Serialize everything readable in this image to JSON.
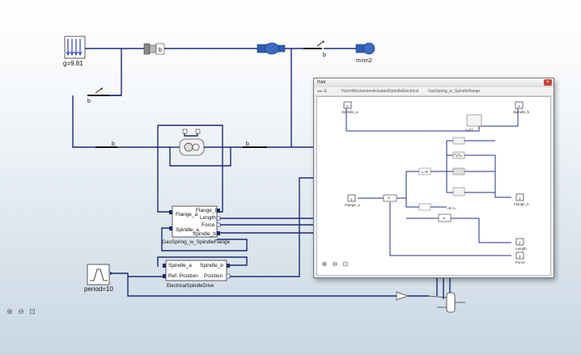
{
  "main_diagram": {
    "gravity_label": "g=9.81",
    "mass_label": "m=m2",
    "switch_labels": [
      "b",
      "b",
      "b",
      "b",
      "b"
    ],
    "spring_block": {
      "ports": [
        "Flange_a",
        "Flange_b",
        "Length",
        "Force",
        "Spindle_a",
        "Spindle_b"
      ],
      "name": "GasSpring_w_SpindleFlange"
    },
    "drive_block": {
      "ports": [
        "Spindle_a",
        "Spindle_b",
        "Ref. Position",
        "Position"
      ],
      "name": "ElectricalSpindleDrive"
    },
    "source_label": "period=10"
  },
  "zoom_controls": [
    "zoom-in",
    "zoom-out",
    "zoom-fit"
  ],
  "subwindow": {
    "title": "hwx",
    "close": "×",
    "nav": "◂ ▸ ☰",
    "breadcrumb": [
      "HatchMechanismActuatedSpindleElectrical",
      "GasSpring_w_SpindleRange"
    ],
    "ports": [
      {
        "num": "2",
        "label": "Spindle_a"
      },
      {
        "num": "4",
        "label": "Spindle_b"
      },
      {
        "num": "1",
        "label": "Flange_a"
      },
      {
        "num": "1",
        "label": "Flange_b"
      },
      {
        "num": "2",
        "label": "Length"
      },
      {
        "num": "3",
        "label": "Force"
      }
    ],
    "inner_labels": [
      "c=F1",
      "L=B",
      "=B A="
    ]
  },
  "colors": {
    "wire": "#1c2a72",
    "component_blue": "#2f5fb0",
    "window_bg": "#e9ecef"
  }
}
